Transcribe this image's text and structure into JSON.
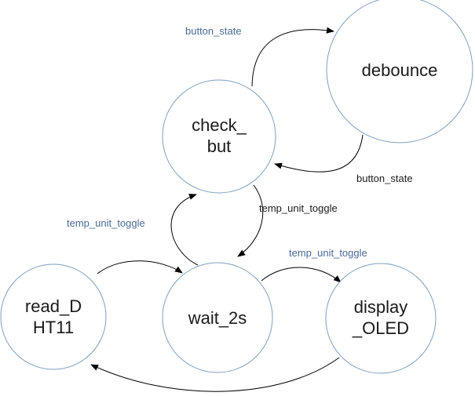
{
  "diagram": {
    "colors": {
      "circle_stroke": "#7f9fbf",
      "arrow": "#000000",
      "label_blue": "#4a6a9a",
      "label_dark": "#1a1a1a"
    },
    "states": [
      {
        "id": "check_but",
        "label_lines": [
          "check_",
          "but"
        ]
      },
      {
        "id": "debounce",
        "label_lines": [
          "debounce"
        ]
      },
      {
        "id": "read_DHT11",
        "label_lines": [
          "read_D",
          "HT11"
        ]
      },
      {
        "id": "wait_2s",
        "label_lines": [
          "wait_2s"
        ]
      },
      {
        "id": "display_OLED",
        "label_lines": [
          "display",
          "_OLED"
        ]
      }
    ],
    "transitions": [
      {
        "id": "check-to-debounce",
        "from": "check_but",
        "to": "debounce",
        "label": "button_state",
        "label_color": "blue"
      },
      {
        "id": "debounce-to-check",
        "from": "debounce",
        "to": "check_but",
        "label": "button_state",
        "label_color": "dark"
      },
      {
        "id": "check-to-wait",
        "from": "check_but",
        "to": "wait_2s",
        "label": "temp_unit_toggle",
        "label_color": "dark"
      },
      {
        "id": "wait-to-check",
        "from": "wait_2s",
        "to": "check_but",
        "label": "temp_unit_toggle",
        "label_color": "blue"
      },
      {
        "id": "read-to-wait",
        "from": "read_DHT11",
        "to": "wait_2s",
        "label": "",
        "label_color": "dark"
      },
      {
        "id": "wait-to-display",
        "from": "wait_2s",
        "to": "display_OLED",
        "label": "temp_unit_toggle",
        "label_color": "blue"
      },
      {
        "id": "display-to-read",
        "from": "display_OLED",
        "to": "read_DHT11",
        "label": "",
        "label_color": "dark"
      }
    ]
  }
}
